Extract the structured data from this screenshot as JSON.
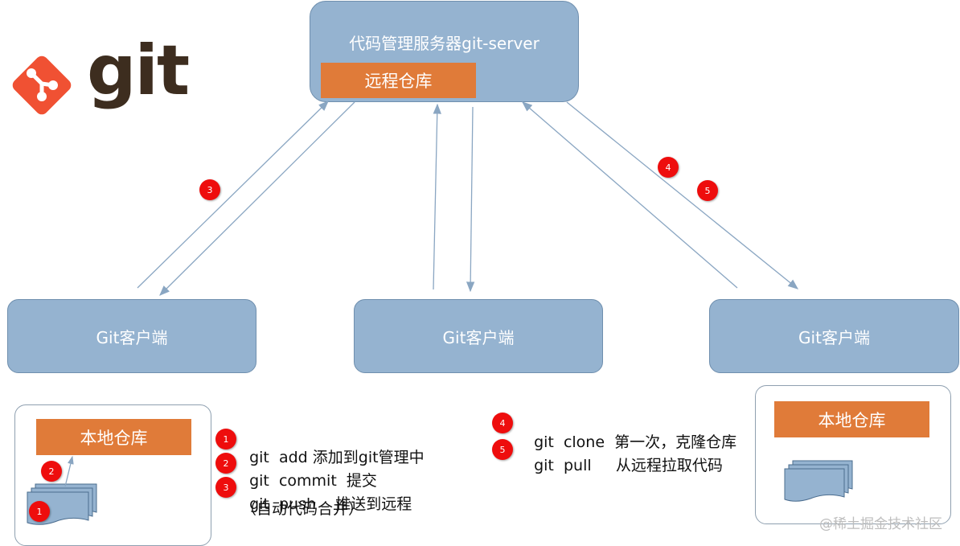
{
  "logo": {
    "word": "git",
    "brand_color": "#f05133",
    "text_color": "#3d2d1f",
    "icon": "git-logo-icon"
  },
  "server": {
    "title": "代码管理服务器git-server",
    "repo_label": "远程仓库"
  },
  "clients": [
    {
      "label": "Git客户端"
    },
    {
      "label": "Git客户端"
    },
    {
      "label": "Git客户端"
    }
  ],
  "local_repo_left": {
    "label": "本地仓库"
  },
  "local_repo_right": {
    "label": "本地仓库"
  },
  "flow_badges": {
    "b3": "3",
    "b4": "4",
    "b5": "5",
    "local1": "1",
    "local2": "2"
  },
  "legend_left": [
    {
      "num": "1",
      "cmd": "git  add",
      "desc": "添加到git管理中"
    },
    {
      "num": "2",
      "cmd": "git  commit",
      "desc": "提交"
    },
    {
      "num": "3",
      "cmd": "git  push",
      "desc": "推送到远程"
    }
  ],
  "legend_left_note": "（自动代码合并）",
  "legend_right": [
    {
      "num": "4",
      "cmd": "git  clone",
      "desc": "第一次，克隆仓库"
    },
    {
      "num": "5",
      "cmd": "git  pull",
      "desc": "从远程拉取代码"
    }
  ],
  "watermark": "@稀土掘金技术社区",
  "colors": {
    "box": "#95b3d0",
    "orange": "#e07b39",
    "badge": "#ee0d0d",
    "arrow": "#8aa6c2"
  }
}
